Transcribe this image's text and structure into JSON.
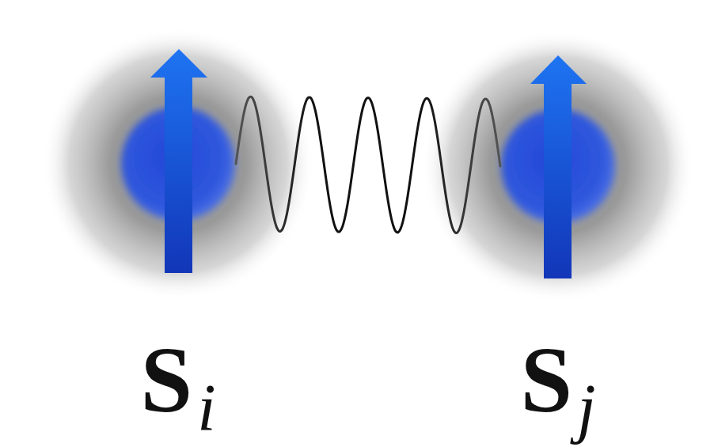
{
  "diagram": {
    "nodes": [
      {
        "text": [
          "S",
          "i"
        ]
      },
      {
        "text": [
          "S",
          "j"
        ]
      }
    ],
    "edges": [
      {
        "from": 0,
        "to": 1,
        "arrow": "none"
      }
    ]
  }
}
